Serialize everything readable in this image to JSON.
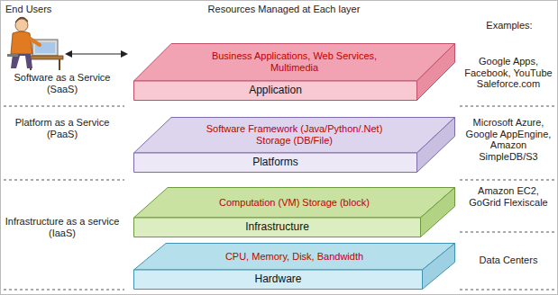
{
  "diagram": {
    "nodes": [
      {
        "text": [
          "Business Applications, Web Services, Multimedia",
          "Application"
        ]
      },
      {
        "text": [
          "Software Framework (Java/Python/.Net) Storage (DB/File)",
          "Platforms"
        ]
      },
      {
        "text": [
          "Computation (VM) Storage (block)",
          "Infrastructure"
        ]
      },
      {
        "text": [
          "CPU, Memory, Disk, Bandwidth",
          "Hardware"
        ]
      }
    ],
    "labels": [
      "End Users",
      "Resources Managed at Each layer",
      "Examples:",
      "Software as a Service (SaaS)",
      "Google Apps, Facebook, YouTube Saleforce.com",
      "Platform as a Service (PaaS)",
      "Microsoft Azure, Google AppEngine, Amazon SimpleDB/S3",
      "Amazon EC2, GoGrid Flexiscale",
      "Infrastructure as a service (IaaS)",
      "Data Centers"
    ]
  }
}
